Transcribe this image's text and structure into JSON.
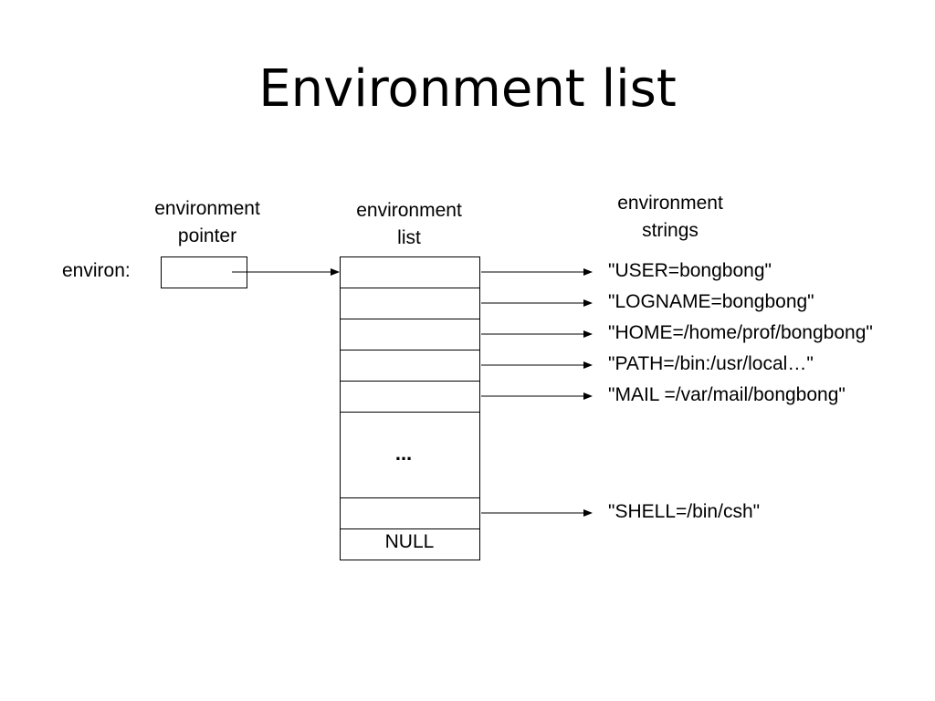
{
  "title": "Environment list",
  "headers": {
    "pointer": [
      "environment",
      "pointer"
    ],
    "list": [
      "environment",
      "list"
    ],
    "strings": [
      "environment",
      "strings"
    ]
  },
  "environ_label": "environ:",
  "strings": [
    "\"USER=bongbong\"",
    "\"LOGNAME=bongbong\"",
    "\"HOME=/home/prof/bongbong\"",
    "\"PATH=/bin:/usr/local…\"",
    "\"MAIL =/var/mail/bongbong\"",
    "\"SHELL=/bin/csh\""
  ],
  "ellipsis": "...",
  "null_label": "NULL"
}
